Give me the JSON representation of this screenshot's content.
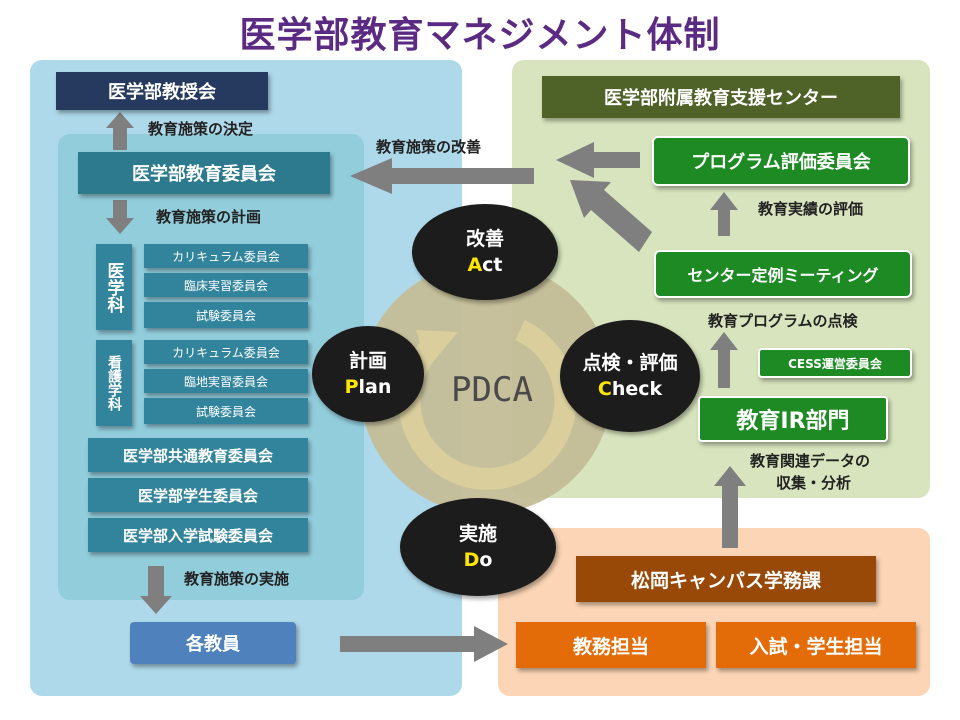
{
  "title": "医学部教育マネジメント体制",
  "left": {
    "faculty_council": "医学部教授会",
    "policy_decision": "教育施策の決定",
    "education_committee": "医学部教育委員会",
    "policy_plan": "教育施策の計画",
    "medicine_dept": "医学科",
    "medicine_committees": [
      "カリキュラム委員会",
      "臨床実習委員会",
      "試験委員会"
    ],
    "nursing_dept": "看護学科",
    "nursing_committees": [
      "カリキュラム委員会",
      "臨地実習委員会",
      "試験委員会"
    ],
    "common_committee": "医学部共通教育委員会",
    "student_committee": "医学部学生委員会",
    "entrance_committee": "医学部入学試験委員会",
    "policy_implementation": "教育施策の実施",
    "faculty_members": "各教員"
  },
  "center": {
    "policy_improvement": "教育施策の改善",
    "cycle_label": "PDCA",
    "act": {
      "jp": "改善",
      "en_initial": "A",
      "en_rest": "ct"
    },
    "plan": {
      "jp": "計画",
      "en_initial": "P",
      "en_rest": "lan"
    },
    "check": {
      "jp": "点検・評価",
      "en_initial": "C",
      "en_rest": "heck"
    },
    "do": {
      "jp": "実施",
      "en_initial": "D",
      "en_rest": "o"
    }
  },
  "right": {
    "support_center": "医学部附属教育支援センター",
    "program_eval_committee": "プログラム評価委員会",
    "performance_eval": "教育実績の評価",
    "regular_meeting": "センター定例ミーティング",
    "program_inspection": "教育プログラムの点検",
    "cess_committee": "CESS運営委員会",
    "ir_division": "教育IR部門",
    "data_collection_line1": "教育関連データの",
    "data_collection_line2": "収集・分析"
  },
  "bottom": {
    "student_affairs": "松岡キャンパス学務課",
    "academic_affairs": "教務担当",
    "admission_student": "入試・学生担当"
  },
  "colors": {
    "title": "#5b2a82",
    "left_panel": "#a8d8ea",
    "right_panel": "#d7e4bd",
    "bottom_panel": "#fbd5b5",
    "pdca_circle": "#c4bd97",
    "arrow": "#7f7f7f"
  }
}
